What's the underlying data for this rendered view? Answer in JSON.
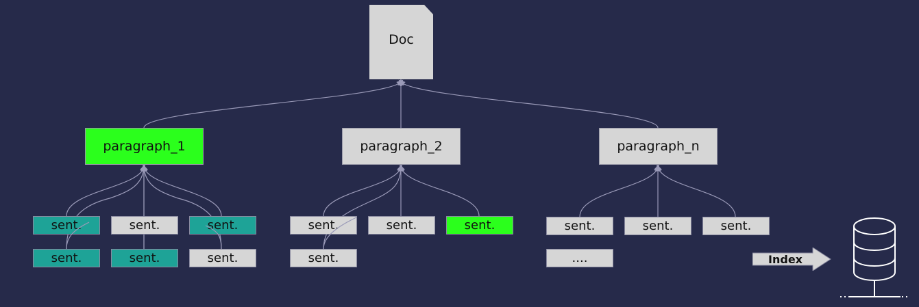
{
  "doc": {
    "label": "Doc"
  },
  "paragraphs": [
    {
      "label": "paragraph_1",
      "color": "#2bff1c",
      "state": "selected"
    },
    {
      "label": "paragraph_2",
      "color": "#d6d6d6",
      "state": "default"
    },
    {
      "label": "paragraph_n",
      "color": "#d6d6d6",
      "state": "default"
    }
  ],
  "sentences": {
    "paragraph_1": [
      {
        "label": "sent.",
        "color": "#1ea397"
      },
      {
        "label": "sent.",
        "color": "#d6d6d6"
      },
      {
        "label": "sent.",
        "color": "#1ea397"
      },
      {
        "label": "sent.",
        "color": "#1ea397"
      },
      {
        "label": "sent.",
        "color": "#1ea397"
      },
      {
        "label": "sent.",
        "color": "#d6d6d6"
      }
    ],
    "paragraph_2": [
      {
        "label": "sent.",
        "color": "#d6d6d6"
      },
      {
        "label": "sent.",
        "color": "#d6d6d6"
      },
      {
        "label": "sent.",
        "color": "#2bff1c"
      },
      {
        "label": "sent.",
        "color": "#d6d6d6"
      }
    ],
    "paragraph_n": [
      {
        "label": "sent.",
        "color": "#d6d6d6"
      },
      {
        "label": "sent.",
        "color": "#d6d6d6"
      },
      {
        "label": "sent.",
        "color": "#d6d6d6"
      },
      {
        "label": "....",
        "color": "#d6d6d6"
      }
    ]
  },
  "index": {
    "label": "Index",
    "icon": "database-icon"
  },
  "colors": {
    "background": "#262a4a",
    "connector": "#9a9ab8",
    "selected": "#2bff1c",
    "related": "#1ea397",
    "neutral": "#d6d6d6"
  }
}
